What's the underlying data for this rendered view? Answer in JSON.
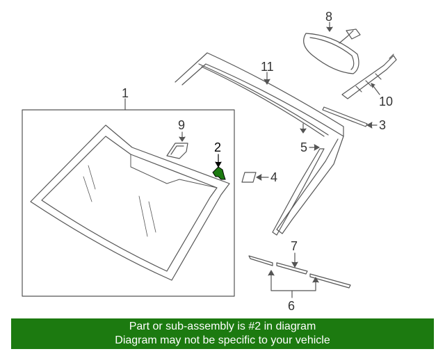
{
  "callouts": {
    "c1": "1",
    "c2": "2",
    "c3": "3",
    "c4": "4",
    "c5": "5",
    "c6": "6",
    "c7": "7",
    "c8": "8",
    "c9": "9",
    "c10": "10",
    "c11": "11"
  },
  "highlighted_part": "2",
  "colors": {
    "line": "#555555",
    "highlight": "#1c7a10",
    "banner_bg": "#1c7a10",
    "banner_text": "#ffffff"
  },
  "banner": {
    "line1": "Part or sub-assembly is #2 in diagram",
    "line2": "Diagram may not be specific to your vehicle"
  }
}
